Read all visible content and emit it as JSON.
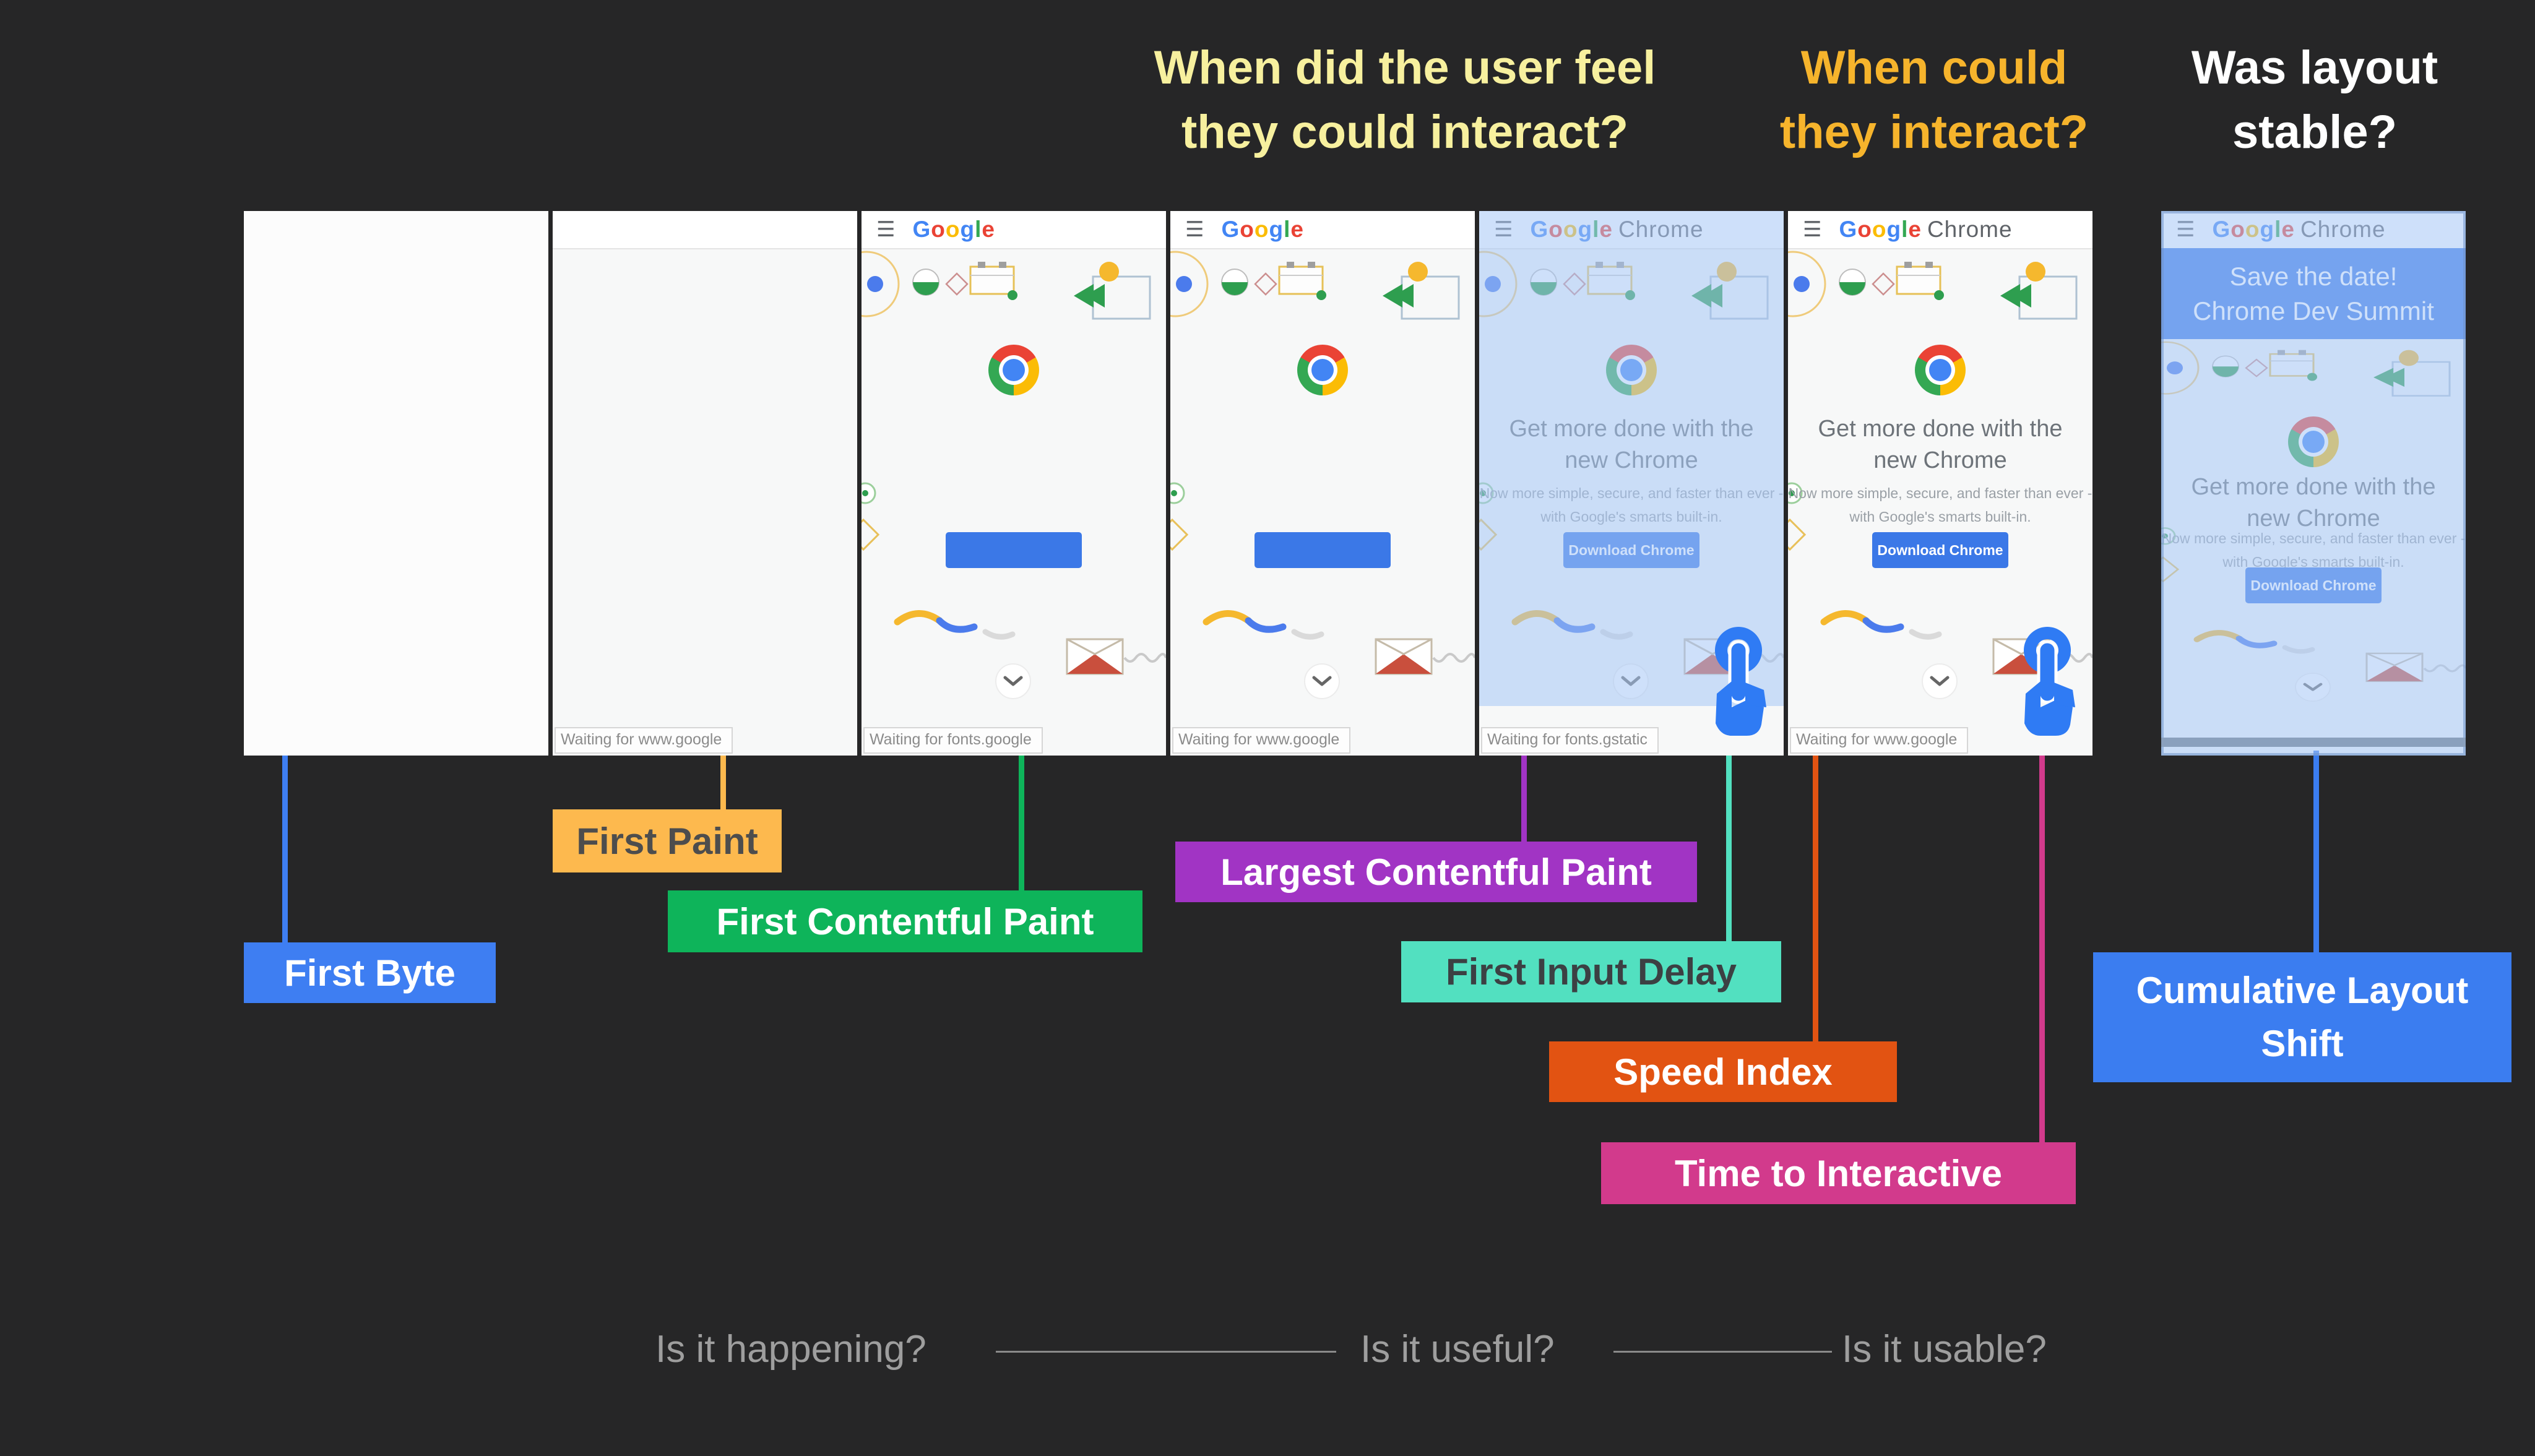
{
  "slide": {
    "background": "#262627"
  },
  "headlines": [
    {
      "lines": [
        "When did the user feel",
        "they could interact?"
      ],
      "color": "#F7F09E"
    },
    {
      "lines": [
        "When could",
        "they interact?"
      ],
      "color": "#F6B42C"
    },
    {
      "lines": [
        "Was layout",
        "stable?"
      ],
      "color": "#FFFFFF"
    }
  ],
  "page": {
    "hamburger_icon": "☰",
    "logo_google_letters": [
      {
        "ch": "G",
        "color": "#4285F4"
      },
      {
        "ch": "o",
        "color": "#EA4335"
      },
      {
        "ch": "o",
        "color": "#FBBC05"
      },
      {
        "ch": "g",
        "color": "#4285F4"
      },
      {
        "ch": "l",
        "color": "#34A853"
      },
      {
        "ch": "e",
        "color": "#EA4335"
      }
    ],
    "logo_chrome_word": "Chrome",
    "heading_lines": [
      "Get more done with the",
      "new Chrome"
    ],
    "subtext_lines": [
      "Now more simple, secure, and faster than ever -",
      "with Google's smarts built-in."
    ],
    "button_label": "Download Chrome",
    "banner_lines": [
      "Save the date!",
      "Chrome Dev Summit"
    ],
    "banner_bg": "#3B78E7",
    "tap_icon_color": "#2F7BF4"
  },
  "frames": [
    {
      "name": "frame-blank",
      "variant": "blank",
      "status": null,
      "chrome_word": false,
      "tinted": false,
      "tap": false,
      "banner": false
    },
    {
      "name": "frame-blank-toolbar",
      "variant": "toolbar",
      "status": "Waiting for www.google",
      "chrome_word": false,
      "tinted": false,
      "tap": false,
      "banner": false
    },
    {
      "name": "frame-first-paint",
      "variant": "partial",
      "status": "Waiting for fonts.google",
      "chrome_word": false,
      "tinted": false,
      "tap": false,
      "banner": false
    },
    {
      "name": "frame-contentful",
      "variant": "partial",
      "status": "Waiting for www.google",
      "chrome_word": false,
      "tinted": false,
      "tap": false,
      "banner": false
    },
    {
      "name": "frame-full-tinted",
      "variant": "full",
      "status": "Waiting for fonts.gstatic",
      "chrome_word": true,
      "tinted": true,
      "tap": true,
      "banner": false
    },
    {
      "name": "frame-full",
      "variant": "full",
      "status": "Waiting for www.google",
      "chrome_word": true,
      "tinted": false,
      "tap": true,
      "banner": false
    },
    {
      "name": "frame-layout-shift",
      "variant": "shifted",
      "status": null,
      "chrome_word": true,
      "tinted": true,
      "tap": false,
      "banner": true
    }
  ],
  "labels": [
    {
      "id": "first-byte",
      "text": "First Byte",
      "bg": "#3E7EF2",
      "fg": "#FFFFFF"
    },
    {
      "id": "first-paint",
      "text": "First Paint",
      "bg": "#FDB94E",
      "fg": "#4D4D4D"
    },
    {
      "id": "first-contentful-paint",
      "text": "First Contentful Paint",
      "bg": "#0EB45A",
      "fg": "#FFFFFF"
    },
    {
      "id": "largest-contentful-paint",
      "text": "Largest Contentful Paint",
      "bg": "#A134C4",
      "fg": "#FFFFFF"
    },
    {
      "id": "first-input-delay",
      "text": "First Input Delay",
      "bg": "#52E0C0",
      "fg": "#3C4043"
    },
    {
      "id": "speed-index",
      "text": "Speed Index",
      "bg": "#E25312",
      "fg": "#FFFFFF"
    },
    {
      "id": "time-to-interactive",
      "text": "Time to Interactive",
      "bg": "#D23A8C",
      "fg": "#FFFFFF"
    },
    {
      "id": "cumulative-layout-shift",
      "text": "Cumulative Layout Shift",
      "bg": "#3B7DF0",
      "fg": "#FFFFFF"
    }
  ],
  "footer": {
    "questions": [
      "Is it happening?",
      "Is it useful?",
      "Is it usable?"
    ],
    "color": "#9E9E9E"
  }
}
